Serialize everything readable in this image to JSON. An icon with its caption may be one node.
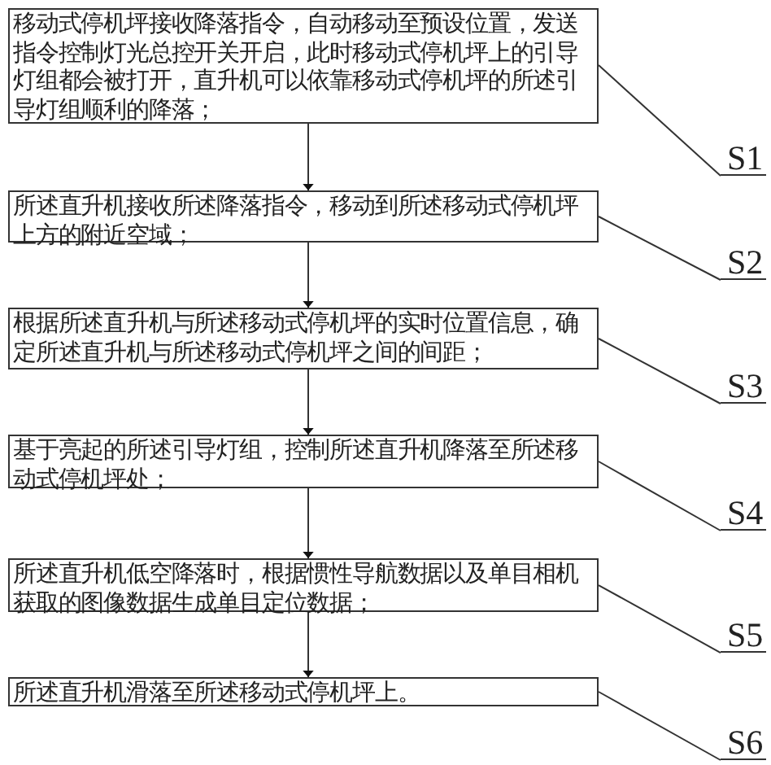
{
  "diagram": {
    "nodes": [
      {
        "text": [
          "移动式停机坪接收降落指令，自动移动至预设位置，发送指令控制灯光总控开关开启，此时移动式停机坪上的引导灯组都会被打开，直升机可以依靠移动式停机坪的所述引导灯组顺利的降落；"
        ]
      },
      {
        "text": [
          "所述直升机接收所述降落指令，移动到所述移动式停机坪上方的附近空域；"
        ]
      },
      {
        "text": [
          "根据所述直升机与所述移动式停机坪的实时位置信息，确定所述直升机与所述移动式停机坪之间的间距；"
        ]
      },
      {
        "text": [
          "基于亮起的所述引导灯组，控制所述直升机降落至所述移动式停机坪处；"
        ]
      },
      {
        "text": [
          "所述直升机低空降落时，根据惯性导航数据以及单目相机获取的图像数据生成单目定位数据；"
        ]
      },
      {
        "text": [
          "所述直升机滑落至所述移动式停机坪上。"
        ]
      },
      {
        "text": [
          "S1"
        ]
      },
      {
        "text": [
          "S2"
        ]
      },
      {
        "text": [
          "S3"
        ]
      },
      {
        "text": [
          "S4"
        ]
      },
      {
        "text": [
          "S5"
        ]
      },
      {
        "text": [
          "S6"
        ]
      }
    ],
    "edges": [
      {
        "from": 0,
        "to": 1,
        "arrow": "to"
      },
      {
        "from": 1,
        "to": 2,
        "arrow": "to"
      },
      {
        "from": 2,
        "to": 3,
        "arrow": "to"
      },
      {
        "from": 3,
        "to": 4,
        "arrow": "to"
      },
      {
        "from": 4,
        "to": 5,
        "arrow": "to"
      },
      {
        "from": 6,
        "to": 0,
        "arrow": "none"
      },
      {
        "from": 7,
        "to": 1,
        "arrow": "none"
      },
      {
        "from": 8,
        "to": 2,
        "arrow": "none"
      },
      {
        "from": 9,
        "to": 3,
        "arrow": "none"
      },
      {
        "from": 10,
        "to": 4,
        "arrow": "none"
      },
      {
        "from": 11,
        "to": 5,
        "arrow": "none"
      }
    ]
  }
}
